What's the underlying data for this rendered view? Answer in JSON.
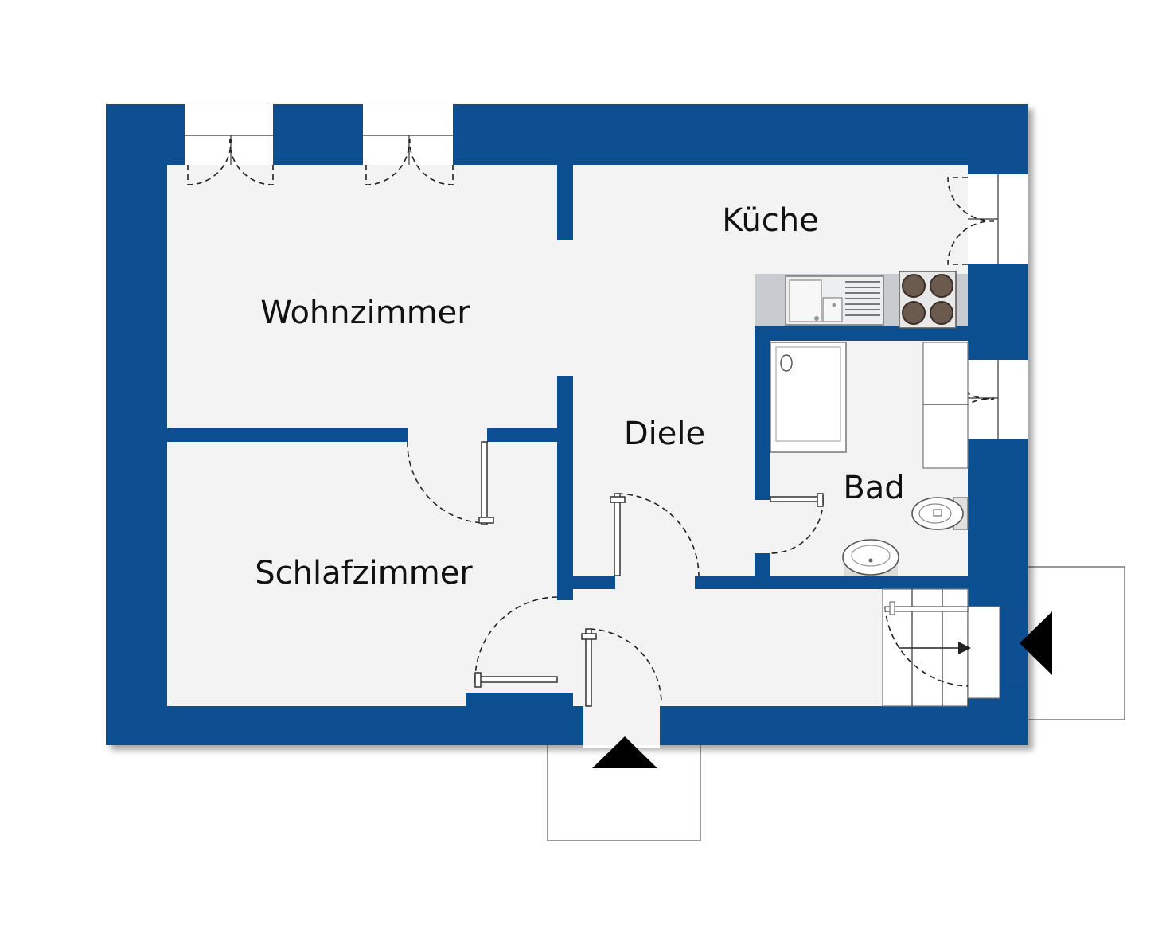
{
  "colors": {
    "wall": "#0b4f91",
    "floor": "#f3f3f3",
    "counter": "#c8cbcf",
    "outline": "#555555",
    "label": "#111111",
    "arrow": "#000000"
  },
  "rooms": {
    "wohnzimmer": "Wohnzimmer",
    "kueche": "Küche",
    "diele": "Diele",
    "bad": "Bad",
    "schlafzimmer": "Schlafzimmer"
  },
  "icons": {
    "entrance_front": "entrance-arrow-up-icon",
    "entrance_side": "entrance-arrow-left-icon",
    "stove": "stove-icon",
    "sink": "kitchen-sink-icon",
    "shower": "shower-tray-icon",
    "toilet": "toilet-icon",
    "washbasin": "washbasin-icon",
    "stairs": "stairs-icon"
  }
}
